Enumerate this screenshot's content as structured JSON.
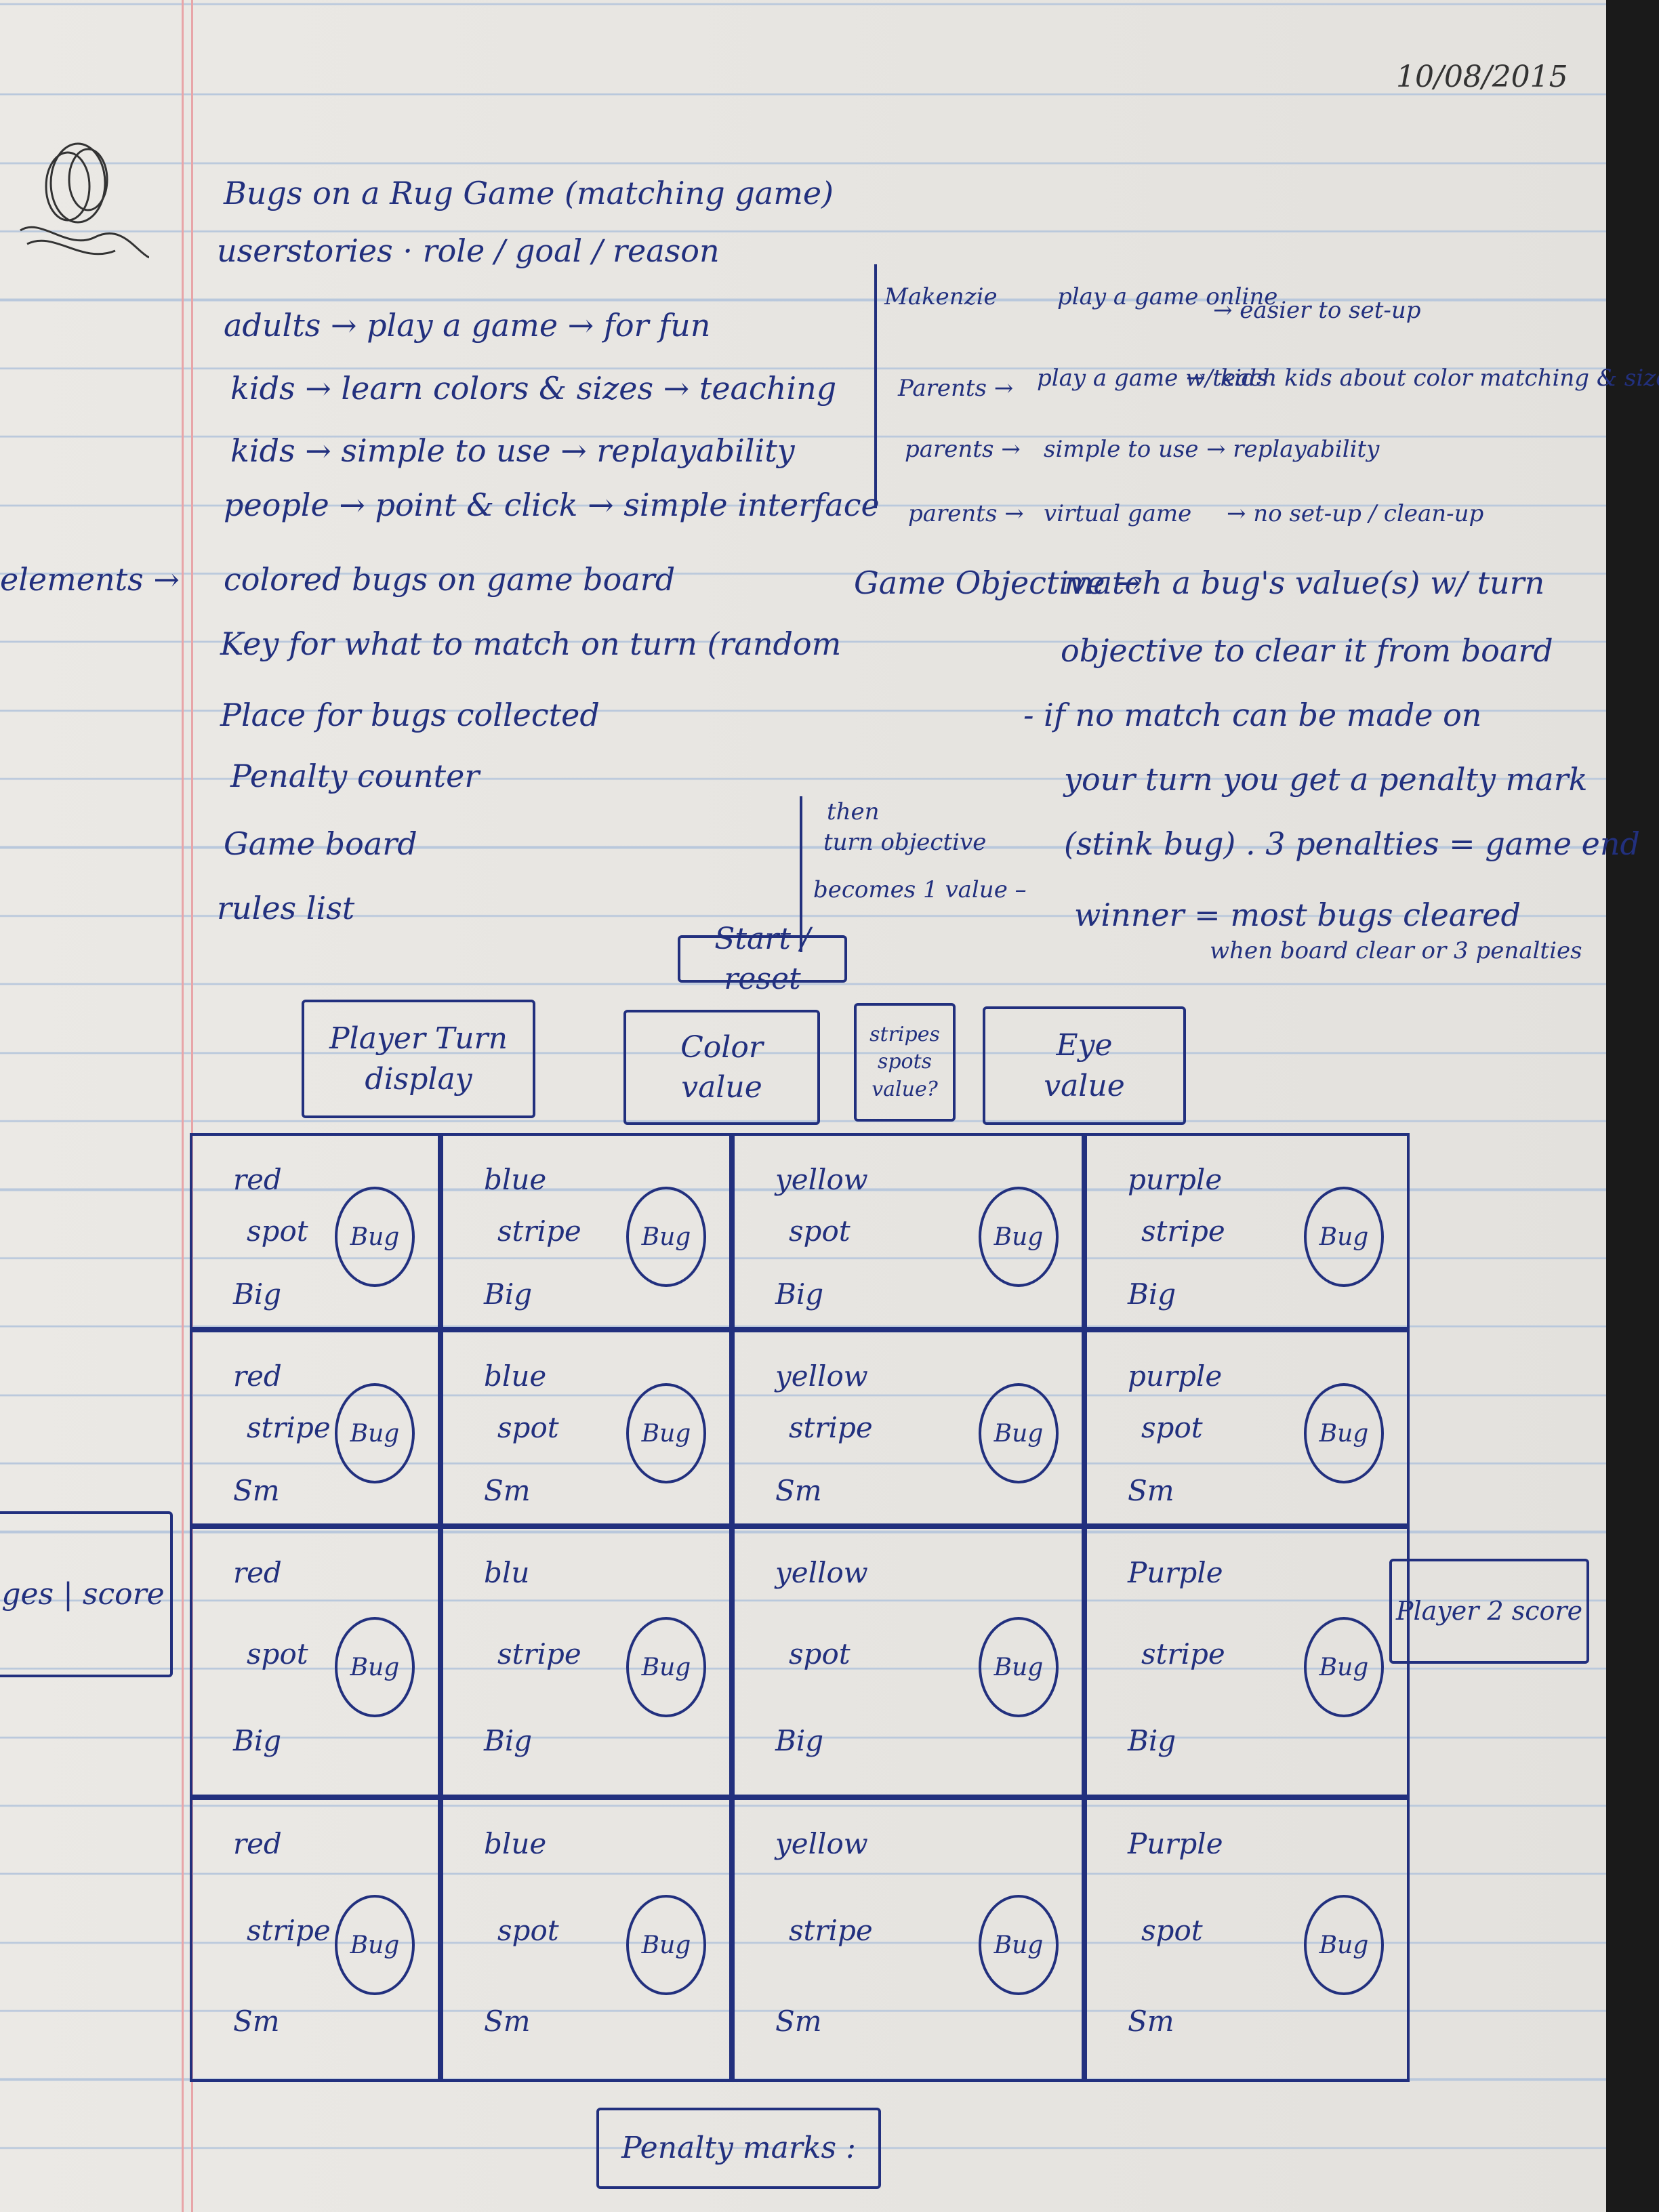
{
  "date": "10/08/2015",
  "title": "Bugs on a Rug Game (matching game)",
  "user_stories_heading": "userstories · role / goal / reason",
  "left_stories": [
    "adults → play a game → for fun",
    "kids → learn colors & sizes → teaching",
    "kids → simple to use → replayability",
    "people → point & click → simple interface"
  ],
  "elements_label": "elements →",
  "elements": [
    "colored bugs on game board",
    "Key for what to match on turn (random",
    "Place for bugs collected",
    "Penalty counter",
    "Game board",
    "rules list"
  ],
  "right_stories": [
    {
      "role": "Makenzie",
      "goal": "play a game online",
      "reason": "→ easier to set-up"
    },
    {
      "role": "Parents →",
      "goal": "play a game w/ kids",
      "reason": "→ teach kids about color matching & sizes"
    },
    {
      "role": "parents →",
      "goal": "simple to use",
      "reason": "→ replayability"
    },
    {
      "role": "parents →",
      "goal": "virtual game",
      "reason": "→ no set-up / clean-up"
    }
  ],
  "objective": {
    "label": "Game Objective →",
    "lines": [
      "match a bug's value(s) w/ turn",
      "objective to clear it from board",
      "- if no match can be made on",
      "your turn you get a penalty mark",
      "(stink bug) . 3 penalties = game end",
      "winner = most bugs cleared",
      "when board clear or 3 penalties"
    ],
    "then_note": [
      "then",
      "turn objective",
      "becomes 1 value –"
    ]
  },
  "controls": {
    "start_reset": "Start / reset",
    "player_turn": "Player Turn\ndisplay",
    "color_value": "Color\nvalue",
    "stripes_spots": "stripes\nspots\nvalue?",
    "eye_value": "Eye\nvalue",
    "player1_score": "ges | score",
    "player2_score": "Player 2 score",
    "penalty_marks": "Penalty marks :"
  },
  "board": {
    "rows": [
      [
        {
          "color": "red",
          "pattern": "spot",
          "size": "Big",
          "bug": "Bug"
        },
        {
          "color": "blue",
          "pattern": "stripe",
          "size": "Big",
          "bug": "Bug"
        },
        {
          "color": "yellow",
          "pattern": "spot",
          "size": "Big",
          "bug": "Bug"
        },
        {
          "color": "purple",
          "pattern": "stripe",
          "size": "Big",
          "bug": "Bug"
        }
      ],
      [
        {
          "color": "red",
          "pattern": "stripe",
          "size": "Sm",
          "bug": "Bug"
        },
        {
          "color": "blue",
          "pattern": "spot",
          "size": "Sm",
          "bug": "Bug"
        },
        {
          "color": "yellow",
          "pattern": "stripe",
          "size": "Sm",
          "bug": "Bug"
        },
        {
          "color": "purple",
          "pattern": "spot",
          "size": "Sm",
          "bug": "Bug"
        }
      ],
      [
        {
          "color": "red",
          "pattern": "spot",
          "size": "Big",
          "bug": "Bug"
        },
        {
          "color": "blu",
          "pattern": "stripe",
          "size": "Big",
          "bug": "Bug"
        },
        {
          "color": "yellow",
          "pattern": "spot",
          "size": "Big",
          "bug": "Bug"
        },
        {
          "color": "Purple",
          "pattern": "stripe",
          "size": "Big",
          "bug": "Bug"
        }
      ],
      [
        {
          "color": "red",
          "pattern": "stripe",
          "size": "Sm",
          "bug": "Bug"
        },
        {
          "color": "blue",
          "pattern": "spot",
          "size": "Sm",
          "bug": "Bug"
        },
        {
          "color": "yellow",
          "pattern": "stripe",
          "size": "Sm",
          "bug": "Bug"
        },
        {
          "color": "Purple",
          "pattern": "spot",
          "size": "Sm",
          "bug": "Bug"
        }
      ]
    ]
  }
}
